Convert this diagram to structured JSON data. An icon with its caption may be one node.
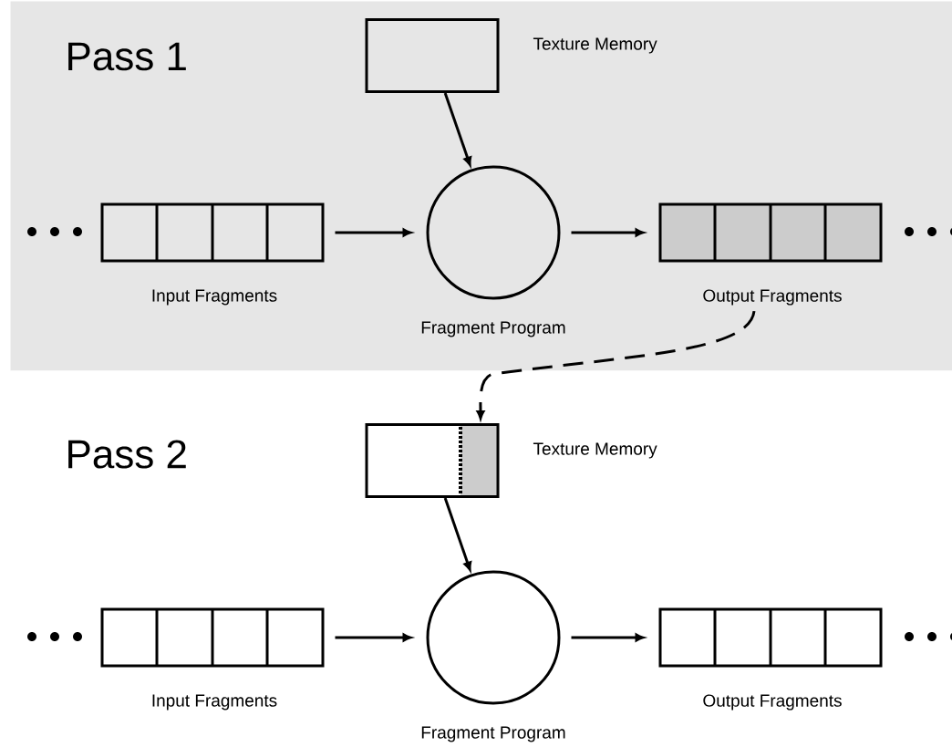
{
  "diagram": {
    "nodes": [
      {
        "text": [
          "Pass 1"
        ]
      },
      {
        "text": [
          "Texture Memory"
        ],
        "in": 0
      },
      {
        "text": [
          "Input Fragments"
        ],
        "in": 0
      },
      {
        "text": [
          "Fragment Program"
        ],
        "in": 0
      },
      {
        "text": [
          "Output Fragments"
        ],
        "in": 0
      },
      {
        "text": [
          "Texture Memory"
        ]
      },
      {
        "text": [
          "Input Fragments"
        ]
      },
      {
        "text": [
          "Fragment Program"
        ]
      },
      {
        "text": [
          "Output Fragments"
        ]
      }
    ],
    "edges": [
      {
        "from": 1,
        "to": 3,
        "arrow": "to"
      },
      {
        "from": 2,
        "to": 3,
        "arrow": "to"
      },
      {
        "from": 3,
        "to": 4,
        "arrow": "to"
      },
      {
        "from": 4,
        "to": 5,
        "arrow": "to",
        "style": "dashed"
      },
      {
        "from": 5,
        "to": 7,
        "arrow": "to"
      },
      {
        "from": 6,
        "to": 7,
        "arrow": "to"
      },
      {
        "from": 7,
        "to": 8,
        "arrow": "to"
      }
    ],
    "labels": [
      "Pass 2"
    ]
  }
}
